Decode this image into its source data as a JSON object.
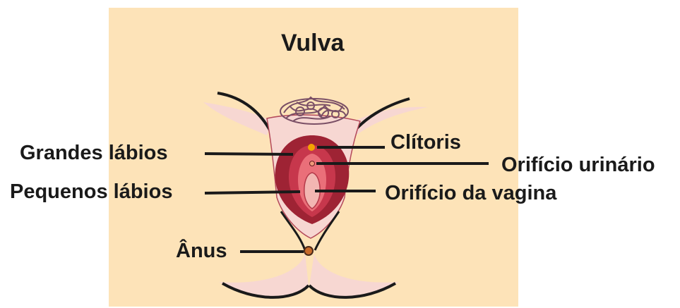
{
  "diagram": {
    "title": "Vulva",
    "labels": {
      "grandes_labios": "Grandes lábios",
      "pequenos_labios": "Pequenos lábios",
      "clitoris": "Clítoris",
      "orificio_urinario": "Orifício urinário",
      "orificio_vagina": "Orifício da vagina",
      "anus": "Ânus"
    },
    "colors": {
      "background": "#fde3b8",
      "skin": "#f7d7d2",
      "outer_labia": "#9e2334",
      "inner_labia": "#c7374c",
      "vagina_opening": "#f2b6b2",
      "clitoris": "#f4a300",
      "pubic_hair": "#7a4f66",
      "outline": "#1a1a1a"
    }
  }
}
